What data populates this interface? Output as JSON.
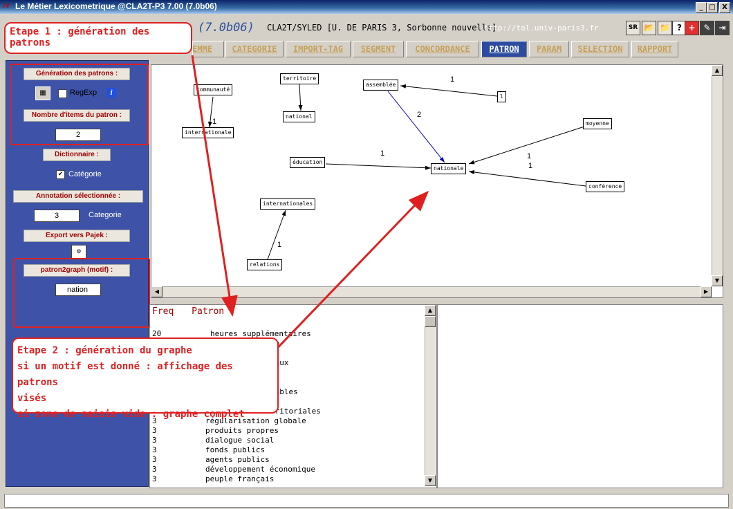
{
  "window": {
    "title": "Le Métier Lexicometrique @CLA2T-P3 7.00 (7.0b06)",
    "logo": "7¢",
    "controls": [
      "_",
      "□",
      "X"
    ]
  },
  "header": {
    "version": "(7.0b06)",
    "institution": "CLA2T/SYLED [U. DE PARIS 3, Sorbonne nouvelle]",
    "url": "http://tal.univ-paris3.fr",
    "toolbar_icons": [
      "sr-icon",
      "folder-open-icon",
      "folder-up-icon",
      "help-icon",
      "red-cross-icon",
      "edit-icon",
      "exit-icon"
    ],
    "toolbar_glyphs": [
      "SR",
      "📂",
      "📁",
      "?",
      "+",
      "✎",
      "⇥"
    ]
  },
  "tabs": [
    {
      "label": "LEMME"
    },
    {
      "label": "CATEGORIE"
    },
    {
      "label": "IMPORT-TAG"
    },
    {
      "label": "SEGMENT"
    },
    {
      "label": "CONCORDANCE"
    },
    {
      "label": "PATRON"
    },
    {
      "label": "PARAM"
    },
    {
      "label": "SELECTION"
    },
    {
      "label": "RAPPORT"
    }
  ],
  "active_tab": "PATRON",
  "left_panel": {
    "generation_label": "Génération des patrons :",
    "regexp_label": "RegExp",
    "regexp_checked": false,
    "info_glyph": "i",
    "nb_items_label": "Nombre d'items du patron :",
    "nb_items_value": "2",
    "dictionnaire_label": "Dictionnaire :",
    "categorie_check_label": "Catégorie",
    "categorie_checked": true,
    "annotation_label": "Annotation sélectionnée :",
    "annotation_value": "3",
    "annotation_type": "Categorie",
    "export_label": "Export vers Pajek :",
    "patron2graph_label": "patron2graph (motif) :",
    "motif_value": "nation"
  },
  "graph": {
    "nodes": {
      "communaute": "communauté",
      "internationale": "internationale",
      "territoire": "territoire",
      "national": "national",
      "assemblee": "assemblée",
      "one": "l",
      "moyenne": "moyenne",
      "education": "éducation",
      "nationale": "nationale",
      "conference": "conférence",
      "internationales": "internationales",
      "relations": "relations"
    },
    "edge_labels": {
      "e1": "1",
      "e2": "1",
      "e3": "2",
      "e4": "1",
      "e5": "1",
      "e6": "1",
      "e7": "1"
    }
  },
  "patron_list": {
    "col_freq": "Freq",
    "col_patron": "Patron",
    "rows": [
      {
        "freq": "20",
        "patron": "heures supplémentaires"
      },
      {
        "freq": "3",
        "patron": "régularisation globale"
      },
      {
        "freq": "3",
        "patron": "produits propres"
      },
      {
        "freq": "3",
        "patron": "dialogue social"
      },
      {
        "freq": "3",
        "patron": "fonds publics"
      },
      {
        "freq": "3",
        "patron": "agents publics"
      },
      {
        "freq": "3",
        "patron": "développement économique"
      },
      {
        "freq": "3",
        "patron": "peuple français"
      }
    ],
    "partial_fragments": [
      "ne",
      "x",
      "iaux",
      "x",
      "lables",
      "rritoriales"
    ]
  },
  "callouts": {
    "step1": "Etape 1 : génération des patrons",
    "step2_line1": "Etape 2 : génération du graphe",
    "step2_line2": "si un motif est donné : affichage des patrons",
    "step2_line3": "visés",
    "step2_line4": "si zone de saisie vide : graphe complet"
  },
  "colors": {
    "panel_blue": "#3e53a8",
    "accent_red": "#e02020",
    "tab_text": "#c8a058",
    "active_tab": "#2c4aa0",
    "edge_blue": "#0000cc"
  }
}
